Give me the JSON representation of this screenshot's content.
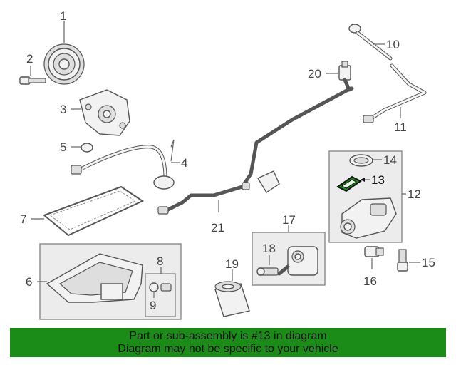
{
  "callouts": {
    "c1": "1",
    "c2": "2",
    "c3": "3",
    "c4": "4",
    "c5": "5",
    "c6": "6",
    "c7": "7",
    "c8": "8",
    "c9": "9",
    "c10": "10",
    "c11": "11",
    "c12": "12",
    "c13": "13",
    "c14": "14",
    "c15": "15",
    "c16": "16",
    "c17": "17",
    "c18": "18",
    "c19": "19",
    "c20": "20",
    "c21": "21"
  },
  "highlight_color": "#1c8c18",
  "banner": {
    "line1": "Part or sub-assembly is #13 in diagram",
    "line2": "Diagram may not be specific to your vehicle"
  }
}
